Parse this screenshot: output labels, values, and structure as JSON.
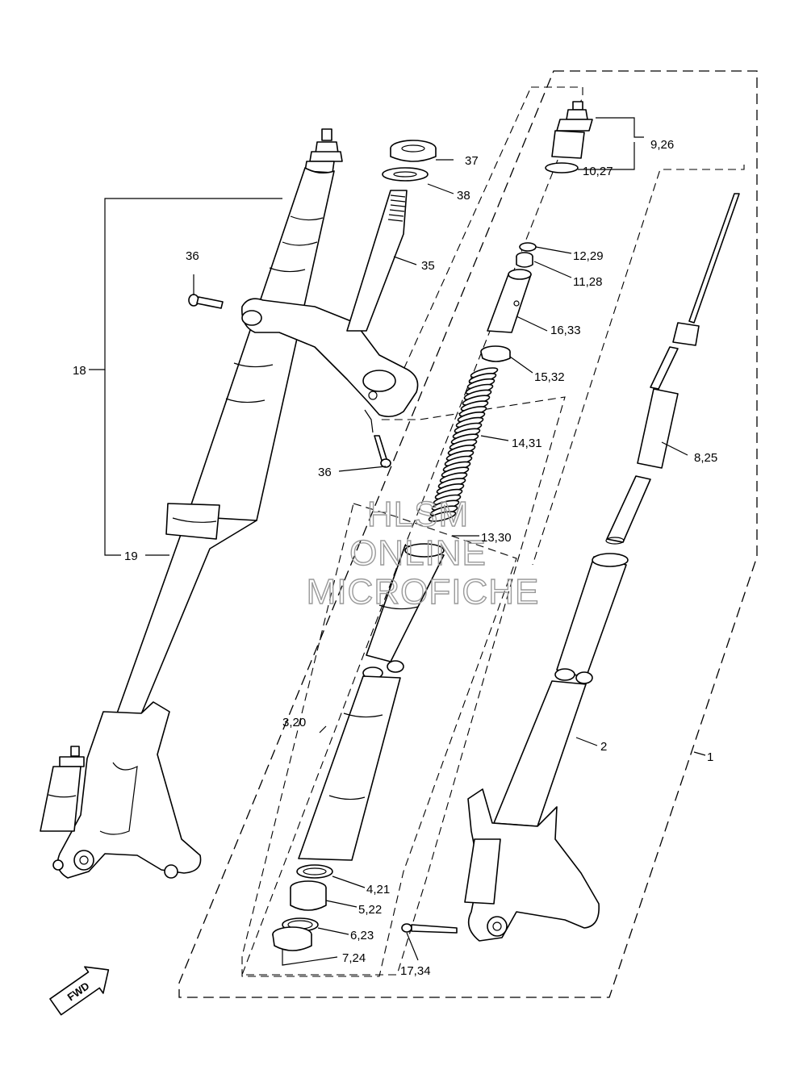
{
  "watermark": {
    "line1": "HLSM",
    "line2": "ONLINE",
    "line3": "MICROFICHE"
  },
  "fwd_badge": "FWD",
  "callouts": {
    "c1": "1",
    "c2": "2",
    "c3_20": "3,20",
    "c4_21": "4,21",
    "c5_22": "5,22",
    "c6_23": "6,23",
    "c7_24": "7,24",
    "c8_25": "8,25",
    "c9_26": "9,26",
    "c10_27": "10,27",
    "c11_28": "11,28",
    "c12_29": "12,29",
    "c13_30": "13,30",
    "c14_31": "14,31",
    "c15_32": "15,32",
    "c16_33": "16,33",
    "c17_34": "17,34",
    "c18": "18",
    "c19": "19",
    "c35": "35",
    "c36_top": "36",
    "c36_bottom": "36",
    "c37": "37",
    "c38": "38"
  }
}
